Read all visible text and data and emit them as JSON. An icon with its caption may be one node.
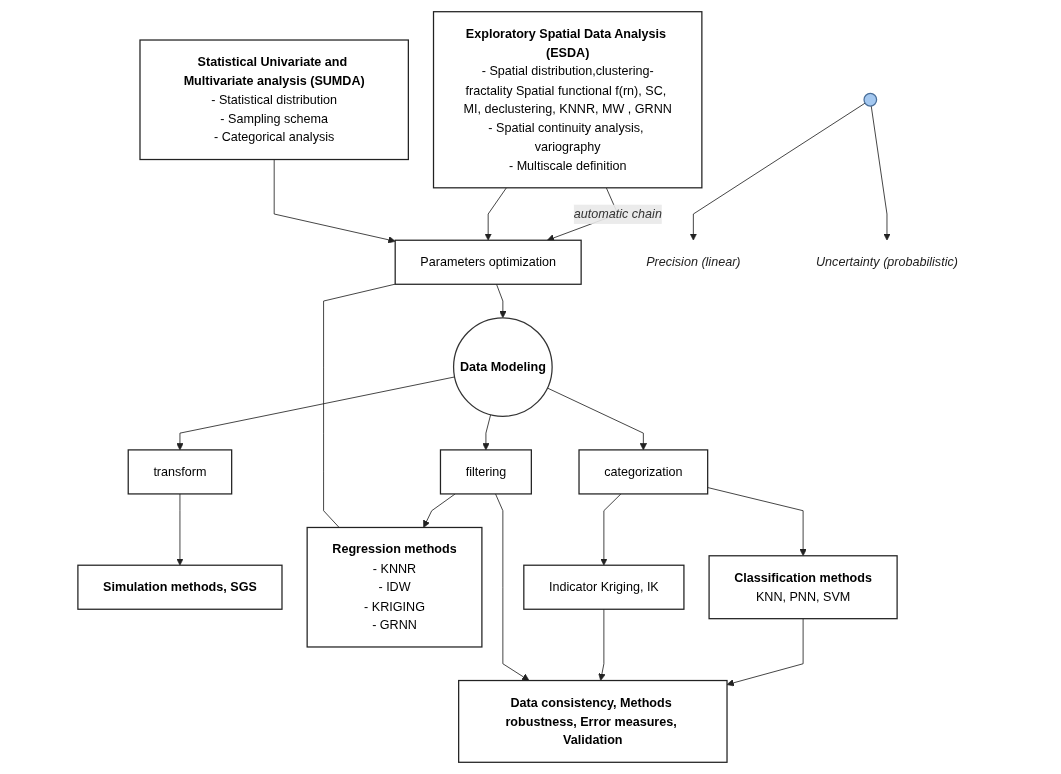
{
  "diagram": {
    "nodes": [
      {
        "text": [
          "Statistical Univariate and Multivariate analysis (SUMDA)",
          "- Statistical distribution",
          "- Sampling schema",
          "- Categorical analysis"
        ]
      },
      {
        "text": [
          "Exploratory Spatial Data Analysis (ESDA)",
          "- Spatial distribution,clustering-fractality Spatial functional f(rn), SC, MI, declustering, KNNR, MW , GRNN",
          "- Spatial continuity analysis, variography",
          "- Multiscale definition"
        ]
      },
      {
        "text": [
          "Parameters optimization"
        ]
      },
      {
        "text": [
          "Regression methods",
          "- KNNR",
          "- IDW",
          "- KRIGING",
          "- GRNN"
        ]
      },
      {
        "text": [
          "Data Modeling"
        ]
      },
      {
        "text": [],
        "shape": "circle"
      },
      {
        "text": [
          "Precision (linear)"
        ]
      },
      {
        "text": [
          "Uncertainty (probabilistic)"
        ]
      },
      {
        "text": [
          "transform"
        ]
      },
      {
        "text": [
          "Simulation methods, SGS"
        ]
      },
      {
        "text": [
          "Indicator Kriging, IK"
        ]
      },
      {
        "text": [
          "Classification methods",
          "KNN, PNN, SVM"
        ]
      },
      {
        "text": [
          "filtering"
        ]
      },
      {
        "text": [
          "categorization"
        ]
      },
      {
        "text": [
          "Data consistency, Methods robustness, Error measures, Validation"
        ]
      }
    ],
    "edges": [
      {
        "from": 0,
        "to": 2,
        "arrow": "to"
      },
      {
        "from": 1,
        "to": 2,
        "arrow": "to"
      },
      {
        "from": 1,
        "to": 2,
        "arrow": "to",
        "label": "automatic chain"
      },
      {
        "from": 2,
        "to": 3,
        "arrow": "none"
      },
      {
        "from": 2,
        "to": 4,
        "arrow": "to"
      },
      {
        "from": 4,
        "to": 8,
        "arrow": "to"
      },
      {
        "from": 8,
        "to": 9,
        "arrow": "to"
      },
      {
        "from": 5,
        "to": 6,
        "arrow": "to"
      },
      {
        "from": 5,
        "to": 7,
        "arrow": "to"
      },
      {
        "from": 4,
        "to": 12,
        "arrow": "to"
      },
      {
        "from": 4,
        "to": 13,
        "arrow": "to"
      },
      {
        "from": 12,
        "to": 3,
        "arrow": "to"
      },
      {
        "from": 12,
        "to": 14,
        "arrow": "to"
      },
      {
        "from": 13,
        "to": 10,
        "arrow": "to"
      },
      {
        "from": 13,
        "to": 11,
        "arrow": "to"
      },
      {
        "from": 10,
        "to": 14,
        "arrow": "to"
      },
      {
        "from": 11,
        "to": 14,
        "arrow": "to"
      }
    ]
  }
}
